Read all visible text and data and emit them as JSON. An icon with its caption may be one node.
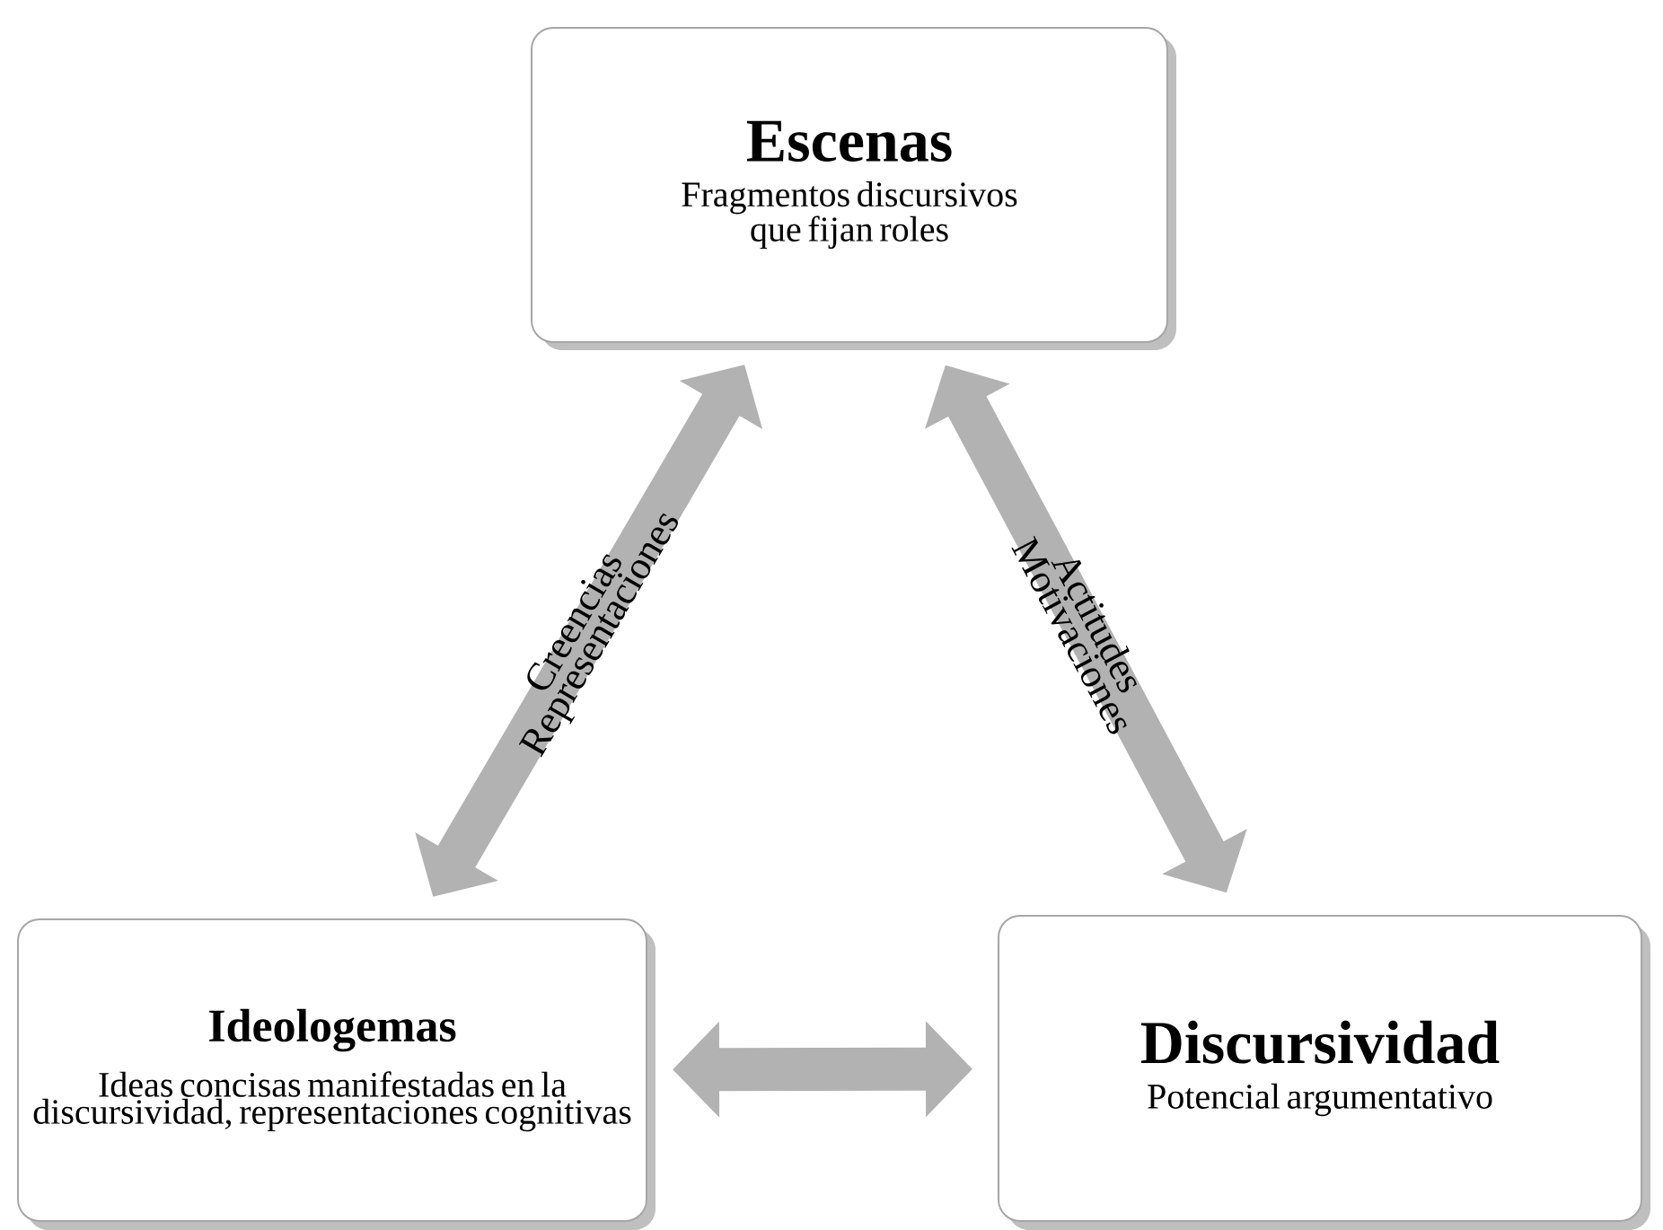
{
  "diagram": {
    "nodes": [
      {
        "text": [
          "Escenas",
          "Fragmentos discursivos que fijan roles"
        ]
      },
      {
        "text": [
          "Ideologemas",
          "Ideas concisas manifestadas en la discursividad, representaciones cognitivas"
        ]
      },
      {
        "text": [
          "Discursividad",
          "Potencial argumentativo"
        ]
      }
    ],
    "edges": [
      {
        "from": 0,
        "to": 1,
        "arrow": "both",
        "label": "Creencias Representaciones"
      },
      {
        "from": 0,
        "to": 2,
        "arrow": "both",
        "label": "Actitudes Motivaciones"
      },
      {
        "from": 1,
        "to": 2,
        "arrow": "both"
      }
    ]
  }
}
